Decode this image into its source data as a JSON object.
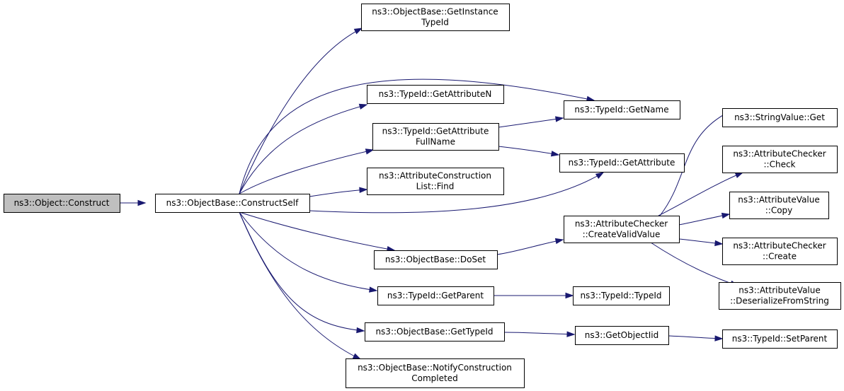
{
  "graph": {
    "edge_color": "#191970",
    "root_fill": "#bfbfbf",
    "nodes": [
      {
        "id": "construct",
        "lines": [
          "ns3::Object::Construct"
        ],
        "root": true
      },
      {
        "id": "constructself",
        "lines": [
          "ns3::ObjectBase::ConstructSelf"
        ]
      },
      {
        "id": "getinstancetypeid",
        "lines": [
          "ns3::ObjectBase::GetInstance",
          "TypeId"
        ]
      },
      {
        "id": "getattributen",
        "lines": [
          "ns3::TypeId::GetAttributeN"
        ]
      },
      {
        "id": "getname",
        "lines": [
          "ns3::TypeId::GetName"
        ]
      },
      {
        "id": "getattributefullname",
        "lines": [
          "ns3::TypeId::GetAttribute",
          "FullName"
        ]
      },
      {
        "id": "getattribute",
        "lines": [
          "ns3::TypeId::GetAttribute"
        ]
      },
      {
        "id": "find",
        "lines": [
          "ns3::AttributeConstruction",
          "List::Find"
        ]
      },
      {
        "id": "doset",
        "lines": [
          "ns3::ObjectBase::DoSet"
        ]
      },
      {
        "id": "createvalidvalue",
        "lines": [
          "ns3::AttributeChecker",
          "::CreateValidValue"
        ]
      },
      {
        "id": "stringvalueget",
        "lines": [
          "ns3::StringValue::Get"
        ]
      },
      {
        "id": "check",
        "lines": [
          "ns3::AttributeChecker",
          "::Check"
        ]
      },
      {
        "id": "copy",
        "lines": [
          "ns3::AttributeValue",
          "::Copy"
        ]
      },
      {
        "id": "create",
        "lines": [
          "ns3::AttributeChecker",
          "::Create"
        ]
      },
      {
        "id": "deserialize",
        "lines": [
          "ns3::AttributeValue",
          "::DeserializeFromString"
        ]
      },
      {
        "id": "getparent",
        "lines": [
          "ns3::TypeId::GetParent"
        ]
      },
      {
        "id": "typeid",
        "lines": [
          "ns3::TypeId::TypeId"
        ]
      },
      {
        "id": "gettypeid",
        "lines": [
          "ns3::ObjectBase::GetTypeId"
        ]
      },
      {
        "id": "getobjectiid",
        "lines": [
          "ns3::GetObjectIid"
        ]
      },
      {
        "id": "setparent",
        "lines": [
          "ns3::TypeId::SetParent"
        ]
      },
      {
        "id": "notify",
        "lines": [
          "ns3::ObjectBase::NotifyConstruction",
          "Completed"
        ]
      }
    ],
    "edges": [
      {
        "from": "construct",
        "to": "constructself"
      },
      {
        "from": "constructself",
        "to": "getinstancetypeid"
      },
      {
        "from": "constructself",
        "to": "getname"
      },
      {
        "from": "constructself",
        "to": "getattributen"
      },
      {
        "from": "constructself",
        "to": "getattributefullname"
      },
      {
        "from": "constructself",
        "to": "find"
      },
      {
        "from": "constructself",
        "to": "getattribute"
      },
      {
        "from": "constructself",
        "to": "doset"
      },
      {
        "from": "constructself",
        "to": "getparent"
      },
      {
        "from": "constructself",
        "to": "gettypeid"
      },
      {
        "from": "constructself",
        "to": "notify"
      },
      {
        "from": "getattributefullname",
        "to": "getname"
      },
      {
        "from": "getattributefullname",
        "to": "getattribute"
      },
      {
        "from": "doset",
        "to": "createvalidvalue"
      },
      {
        "from": "createvalidvalue",
        "to": "stringvalueget"
      },
      {
        "from": "createvalidvalue",
        "to": "check"
      },
      {
        "from": "createvalidvalue",
        "to": "copy"
      },
      {
        "from": "createvalidvalue",
        "to": "create"
      },
      {
        "from": "createvalidvalue",
        "to": "deserialize"
      },
      {
        "from": "getparent",
        "to": "typeid"
      },
      {
        "from": "gettypeid",
        "to": "getobjectiid"
      },
      {
        "from": "getobjectiid",
        "to": "setparent"
      }
    ]
  }
}
